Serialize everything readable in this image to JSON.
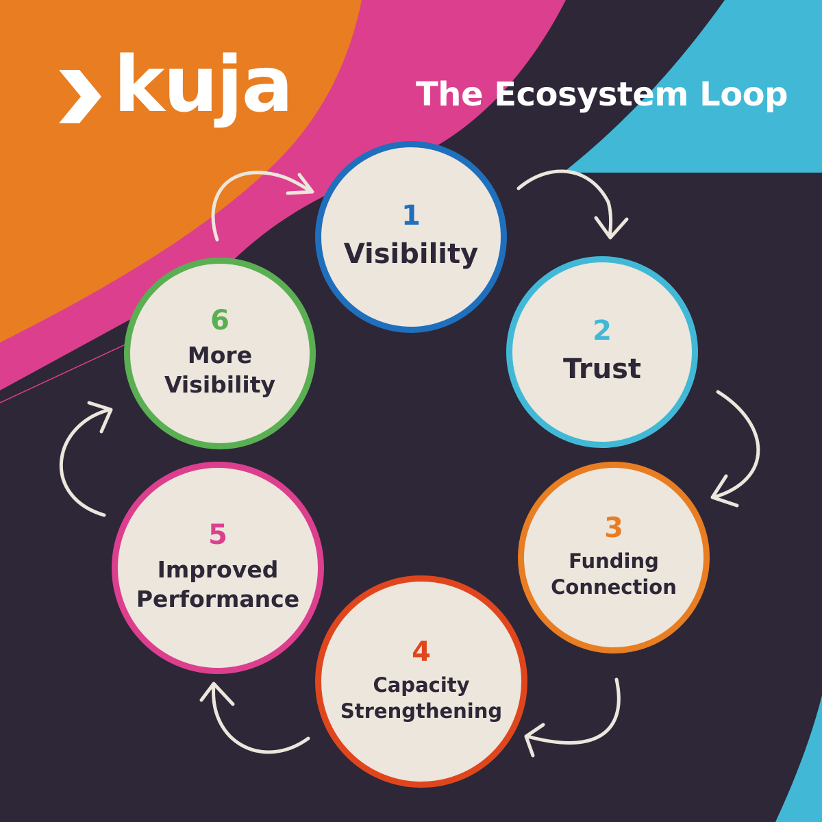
{
  "brand": {
    "logo_text": "kuja",
    "logo_mark_icon": "chevron-right-icon"
  },
  "title": "The Ecosystem Loop",
  "colors": {
    "background": "#2d2738",
    "orange": "#e87d22",
    "magenta": "#dc3f8d",
    "cyan": "#41b9d6",
    "circle_fill": "#ece6dc",
    "text_dark": "#2d2738",
    "arrow": "#ece6dc"
  },
  "steps": [
    {
      "number": "1",
      "label": "Visibility",
      "color": "#1f6fbd"
    },
    {
      "number": "2",
      "label": "Trust",
      "color": "#41b9d6"
    },
    {
      "number": "3",
      "label": "Funding\nConnection",
      "color": "#e87d22"
    },
    {
      "number": "4",
      "label": "Capacity\nStrengthening",
      "color": "#e0461d"
    },
    {
      "number": "5",
      "label": "Improved\nPerformance",
      "color": "#dc3f8d"
    },
    {
      "number": "6",
      "label": "More\nVisibility",
      "color": "#5aaf52"
    }
  ],
  "connectors": [
    {
      "from": "6",
      "to": "1",
      "icon": "curved-arrow-icon"
    },
    {
      "from": "1",
      "to": "2",
      "icon": "curved-arrow-icon"
    },
    {
      "from": "2",
      "to": "3",
      "icon": "curved-arrow-icon"
    },
    {
      "from": "3",
      "to": "4",
      "icon": "curved-arrow-icon"
    },
    {
      "from": "4",
      "to": "5",
      "icon": "curved-arrow-icon"
    },
    {
      "from": "5",
      "to": "6",
      "icon": "curved-arrow-icon"
    }
  ]
}
